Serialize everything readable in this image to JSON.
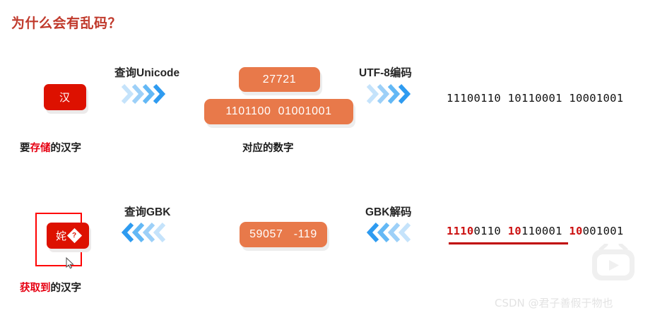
{
  "title": "为什么会有乱码？",
  "accent_colors": {
    "title_red": "#c0392b",
    "chip_red": "#dd1100",
    "chip_orange": "#e8794a",
    "highlight_red": "#e60012",
    "binary_red": "#cc1111",
    "chevron_blue_dark": "#2e9bf0",
    "chevron_blue_light": "#bfe0fb",
    "selection_red": "#ff0000"
  },
  "row_encode": {
    "source_chip": "汉",
    "source_caption_highlight": "存储",
    "source_caption_prefix": "要",
    "source_caption_suffix": "的汉字",
    "step1_label": "查询Unicode",
    "number_chip": "27721",
    "binary_chip": "1101100  01001001",
    "number_caption": "对应的数字",
    "step2_label": "UTF-8编码",
    "result_binary": "11100110 10110001 10001001"
  },
  "row_decode": {
    "result_chip": "姹",
    "result_chip_replacement": "?",
    "result_caption_highlight": "获取到",
    "result_caption_suffix": "的汉字",
    "step1_label": "查询GBK",
    "number_chip": "59057   -119",
    "step2_label": "GBK解码",
    "binary_segments": [
      {
        "text": "1110",
        "color": "red"
      },
      {
        "text": "0110",
        "color": "black"
      },
      {
        "text": " ",
        "color": "black"
      },
      {
        "text": "10",
        "color": "red"
      },
      {
        "text": "110001",
        "color": "black"
      },
      {
        "text": " ",
        "color": "black"
      },
      {
        "text": "10",
        "color": "red"
      },
      {
        "text": "001001",
        "color": "black"
      }
    ]
  },
  "watermark": {
    "text": "CSDN @君子善假于物也",
    "logo_name": "bilibili-tv-logo"
  }
}
